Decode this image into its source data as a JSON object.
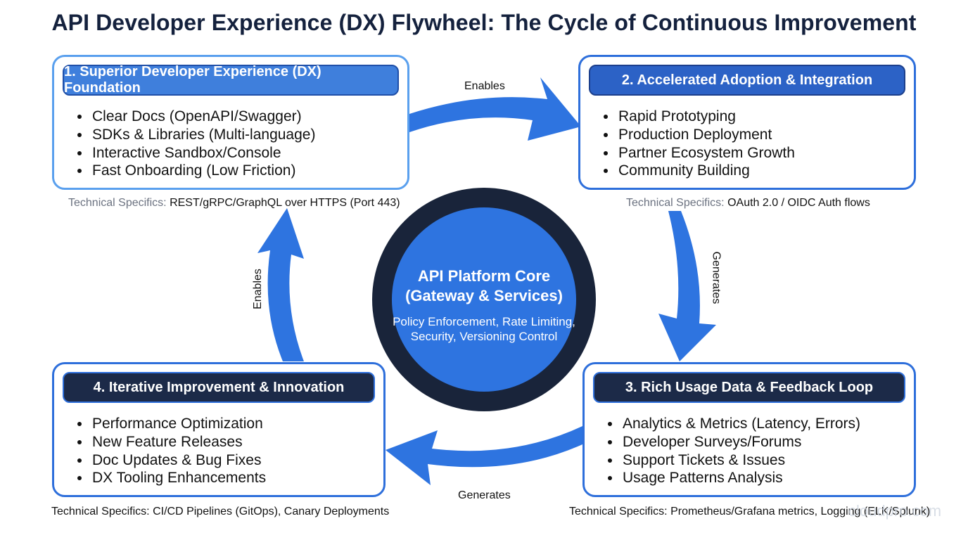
{
  "title": "API Developer Experience (DX) Flywheel: The Cycle of Continuous Improvement",
  "colors": {
    "accent_blue": "#2e74e0",
    "header_blue_light": "#3f7fdc",
    "header_blue_mid": "#2c62c6",
    "header_navy": "#1c2a48",
    "core_navy": "#19243a"
  },
  "core": {
    "title": "API Platform Core (Gateway & Services)",
    "description": "Policy Enforcement, Rate Limiting, Security, Versioning Control"
  },
  "stages": [
    {
      "header": "1. Superior Developer Experience (DX) Foundation",
      "items": [
        "Clear Docs (OpenAPI/Swagger)",
        "SDKs & Libraries (Multi-language)",
        "Interactive Sandbox/Console",
        "Fast Onboarding (Low Friction)"
      ],
      "spec_label": "Technical Specifics:",
      "spec_value": "REST/gRPC/GraphQL over HTTPS (Port 443)"
    },
    {
      "header": "2. Accelerated Adoption & Integration",
      "items": [
        "Rapid Prototyping",
        "Production Deployment",
        "Partner Ecosystem Growth",
        "Community Building"
      ],
      "spec_label": "Technical Specifics:",
      "spec_value": "OAuth 2.0 / OIDC Auth flows"
    },
    {
      "header": "3. Rich Usage Data & Feedback Loop",
      "items": [
        "Analytics & Metrics (Latency, Errors)",
        "Developer Surveys/Forums",
        "Support Tickets & Issues",
        "Usage Patterns Analysis"
      ],
      "spec_label": "Technical Specifics:",
      "spec_value": "Prometheus/Grafana metrics, Logging (ELK/Splunk)"
    },
    {
      "header": "4. Iterative Improvement & Innovation",
      "items": [
        "Performance Optimization",
        "New Feature Releases",
        "Doc Updates & Bug Fixes",
        "DX Tooling Enhancements"
      ],
      "spec_label": "Technical Specifics:",
      "spec_value": "CI/CD Pipelines (GitOps), Canary Deployments"
    }
  ],
  "arrow_labels": {
    "top": "Enables",
    "right": "Generates",
    "bottom": "Generates",
    "left": "Enables"
  },
  "watermark": "cloudpro.com"
}
